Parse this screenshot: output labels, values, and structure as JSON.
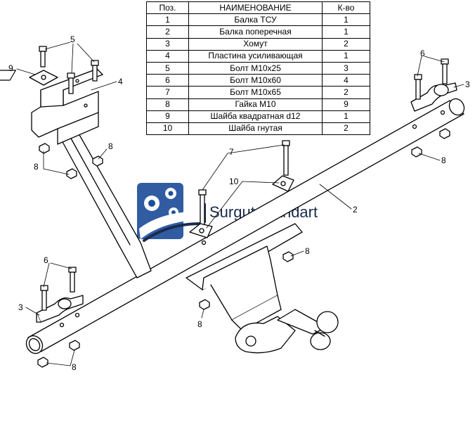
{
  "table": {
    "headers": {
      "pos": "Поз.",
      "name": "НАИМЕНОВАНИЕ",
      "qty": "К-во"
    },
    "rows": [
      {
        "pos": "1",
        "name": "Балка ТСУ",
        "qty": "1"
      },
      {
        "pos": "2",
        "name": "Балка поперечная",
        "qty": "1"
      },
      {
        "pos": "3",
        "name": "Хомут",
        "qty": "2"
      },
      {
        "pos": "4",
        "name": "Пластина усиливающая",
        "qty": "1"
      },
      {
        "pos": "5",
        "name": "Болт М10х25",
        "qty": "3"
      },
      {
        "pos": "6",
        "name": "Болт М10х60",
        "qty": "4"
      },
      {
        "pos": "7",
        "name": "Болт М10х65",
        "qty": "2"
      },
      {
        "pos": "8",
        "name": "Гайка  М10",
        "qty": "9"
      },
      {
        "pos": "9",
        "name": "Шайба квадратная d12",
        "qty": "1"
      },
      {
        "pos": "10",
        "name": "Шайба гнутая",
        "qty": "2"
      }
    ]
  },
  "logo": {
    "text": "Surgut Standart"
  },
  "callouts": {
    "c2": "2",
    "c3_left": "3",
    "c3_right": "3",
    "c4": "4",
    "c5": "5",
    "c6_left": "6",
    "c6_right": "6",
    "c7": "7",
    "c8_a": "8",
    "c8_b": "8",
    "c8_c": "8",
    "c8_d": "8",
    "c8_e": "8",
    "c8_f": "8",
    "c9": "9",
    "c10": "10"
  },
  "colors": {
    "line": "#000000",
    "logo_blue": "#1f4e9a",
    "logo_dark": "#1a2b4d"
  }
}
